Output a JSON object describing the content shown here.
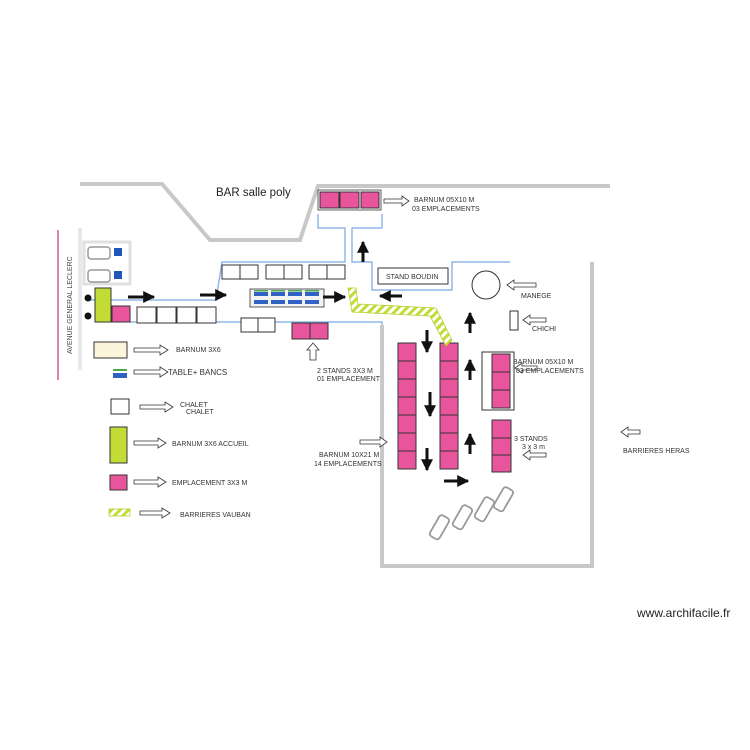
{
  "labels": {
    "bar_title": "BAR salle poly",
    "barnum_top": "BARNUM   05X10 M",
    "barnum_top_sub": "03 EMPLACEMENTS",
    "stand_boudin": "STAND BOUDIN",
    "manege": "MANEGE",
    "chichi": "CHICHI",
    "avenue": "AVENUE GENERAL LECLERC",
    "two_stands": "2 STANDS  3X3 M",
    "two_stands_sub": "01 EMPLACEMENT",
    "barnum_big": "BARNUM  10X21 M",
    "barnum_big_sub": "14 EMPLACEMENTS",
    "barnum_right": "BARNUM 05X10 M",
    "barnum_right_sub": "03 EMPLACEMENTS",
    "three_stands": "3 STANDS",
    "three_stands_sub": "3 x 3 m",
    "barrieres_heras": "BARRIERES HERAS",
    "website": "www.archifacile.fr"
  },
  "legend": [
    {
      "swatch": "barnum-3x6",
      "label": "BARNUM 3X6"
    },
    {
      "swatch": "table-bancs",
      "label": "TABLE+ BANCS"
    },
    {
      "swatch": "chalet",
      "label": "CHALET",
      "label2": "CHALET"
    },
    {
      "swatch": "barnum-accueil",
      "label": "BARNUM 3X6 ACCUEIL"
    },
    {
      "swatch": "emplacement",
      "label": "EMPLACEMENT 3X3 M"
    },
    {
      "swatch": "barrieres-vauban",
      "label": "BARRIERES VAUBAN"
    }
  ],
  "colors": {
    "pink": "#e8559c",
    "lime": "#c3dc35",
    "cream": "#fdf4dc",
    "blue_line": "#8fb8e8",
    "wall_gray": "#c8c8c8",
    "table_blue": "#2f62c4",
    "avenue_line": "#d8559a"
  }
}
